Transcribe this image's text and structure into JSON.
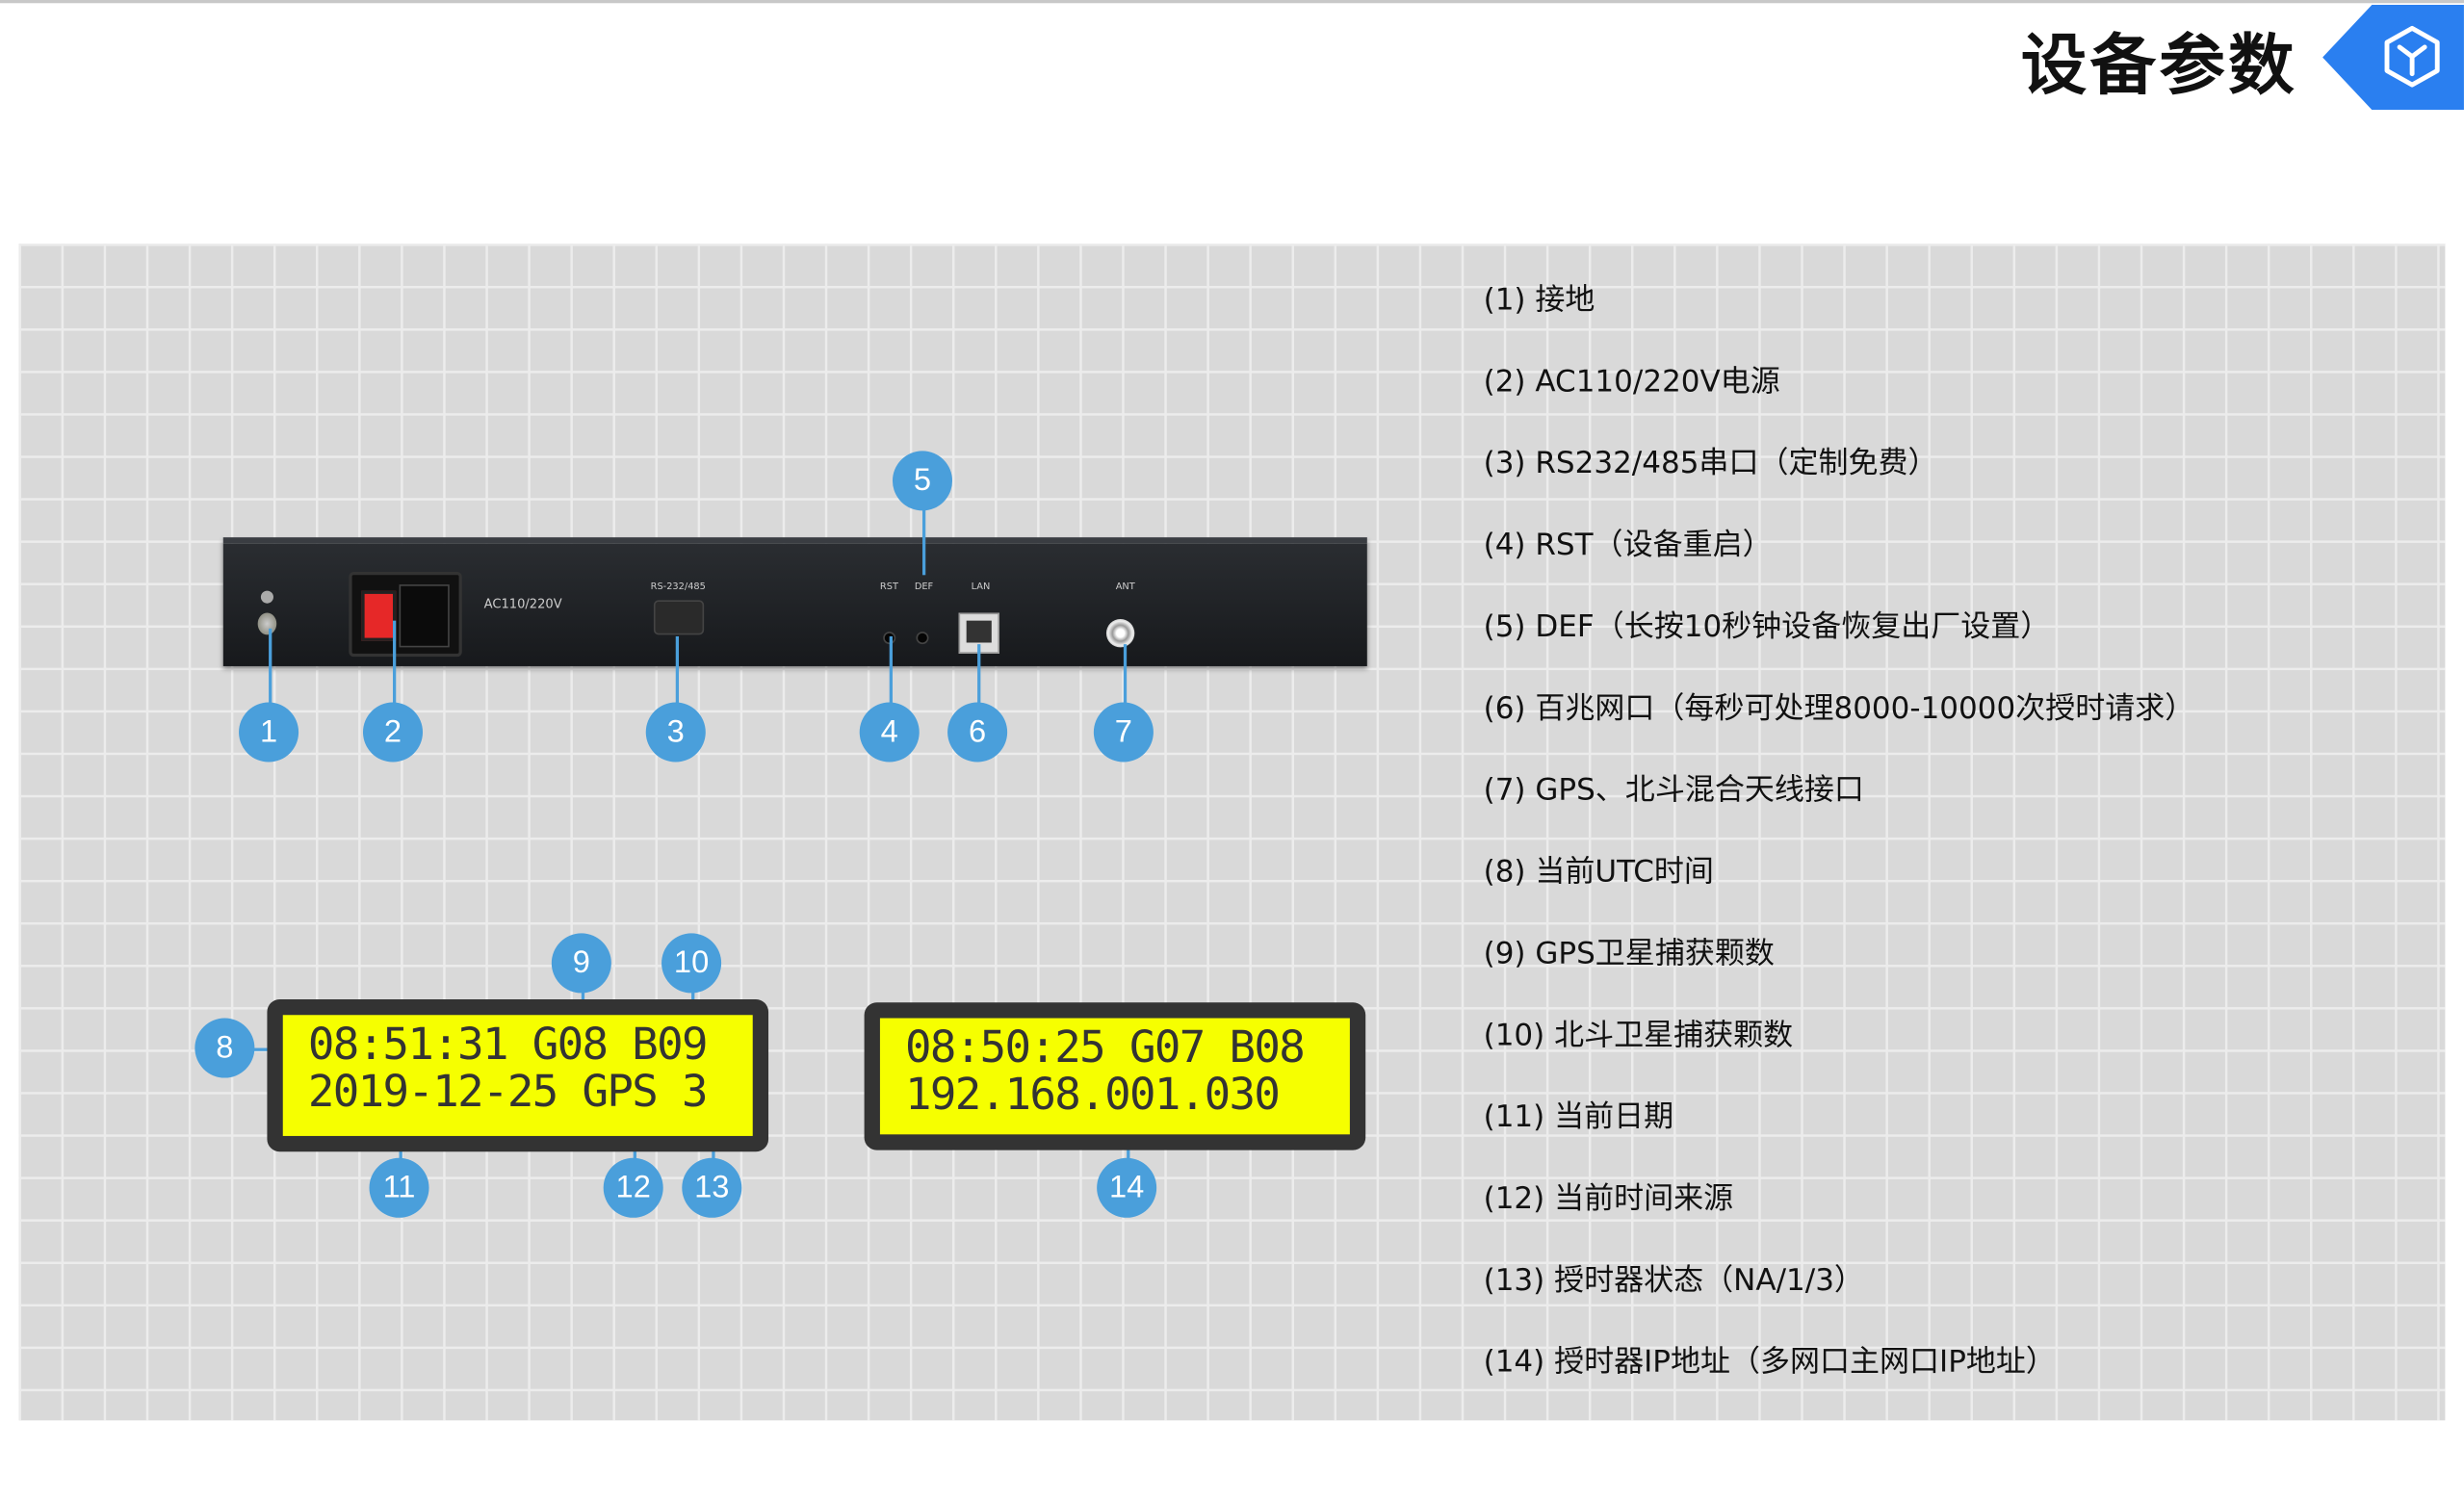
{
  "header": {
    "title": "设备参数",
    "tag_icon": "cube-icon",
    "accent": "#2a7ff0"
  },
  "device": {
    "labels": {
      "power": "AC110/220V",
      "serial": "RS-232/485",
      "rst": "RST",
      "def": "DEF",
      "lan": "LAN",
      "ant": "ANT"
    }
  },
  "callouts": [
    "1",
    "2",
    "3",
    "4",
    "5",
    "6",
    "7",
    "8",
    "9",
    "10",
    "11",
    "12",
    "13",
    "14"
  ],
  "lcd1": {
    "line1": "08:51:31 G08 B09",
    "line2": "2019-12-25 GPS 3"
  },
  "lcd2": {
    "line1": "08:50:25 G07 B08",
    "line2": "192.168.001.030"
  },
  "items": [
    "(1) 接地",
    "(2) AC110/220V电源",
    "(3) RS232/485串口（定制免费）",
    "(4) RST（设备重启）",
    "(5) DEF（长按10秒钟设备恢复出厂设置）",
    "(6) 百兆网口（每秒可处理8000-10000次授时请求）",
    "(7) GPS、北斗混合天线接口",
    "(8) 当前UTC时间",
    "(9) GPS卫星捕获颗数",
    "(10) 北斗卫星捕获颗数",
    "(11) 当前日期",
    "(12) 当前时间来源",
    "(13) 授时器状态（NA/1/3）",
    "(14) 授时器IP地址（多网口主网口IP地址）"
  ]
}
